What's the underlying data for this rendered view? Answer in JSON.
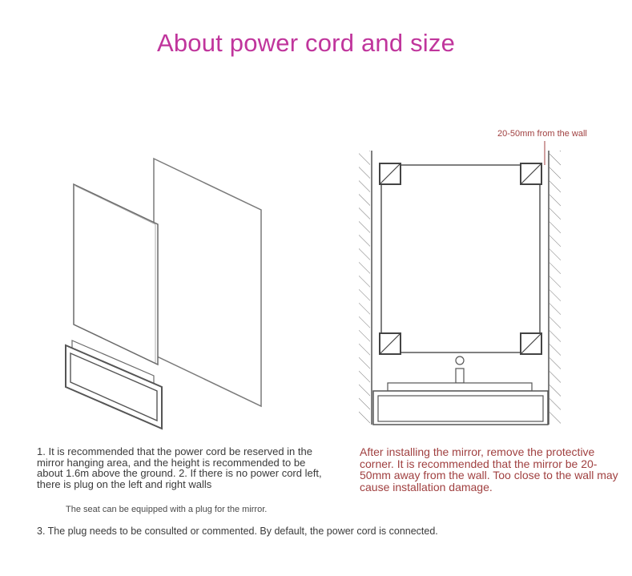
{
  "title": "About power cord and size",
  "wall_label": "20-50mm from the wall",
  "note_left": "1. It is recommended that the power cord be reserved in the mirror hanging area, and the height is recommended to be about 1.6m above the ground. 2. If there is no power cord left, there is plug on the left and right walls",
  "note_right": "After installing the mirror, remove the protective corner. It is recommended that the mirror be 20-50mm away from the wall. Too close to the wall may cause installation damage.",
  "seat_note": "The seat can be equipped with a plug for the mirror.",
  "plug_note": "3. The plug needs to be consulted or commented. By default, the power cord is connected.",
  "colors": {
    "title": "#c0359c",
    "note_accent": "#a04040",
    "line": "#555555"
  }
}
